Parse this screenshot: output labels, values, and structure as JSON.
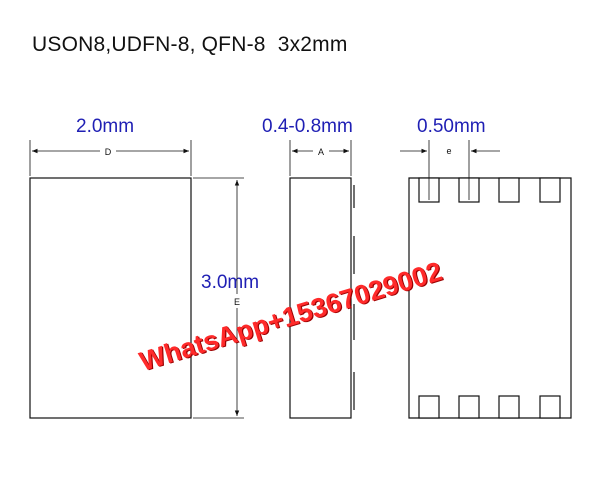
{
  "title": "USON8,UDFN-8, QFN-8  3x2mm",
  "dimensions": {
    "width_label": "2.0mm",
    "thickness_label": "0.4-0.8mm",
    "pitch_label": "0.50mm",
    "length_label": "3.0mm"
  },
  "symbols": {
    "width": "D",
    "thickness": "A",
    "pitch": "e",
    "length": "E"
  },
  "watermark": "WhatsApp+15367029002",
  "colors": {
    "dimension_text": "#1f1fb4",
    "outline": "#111111",
    "watermark": "#ff2a2a"
  }
}
